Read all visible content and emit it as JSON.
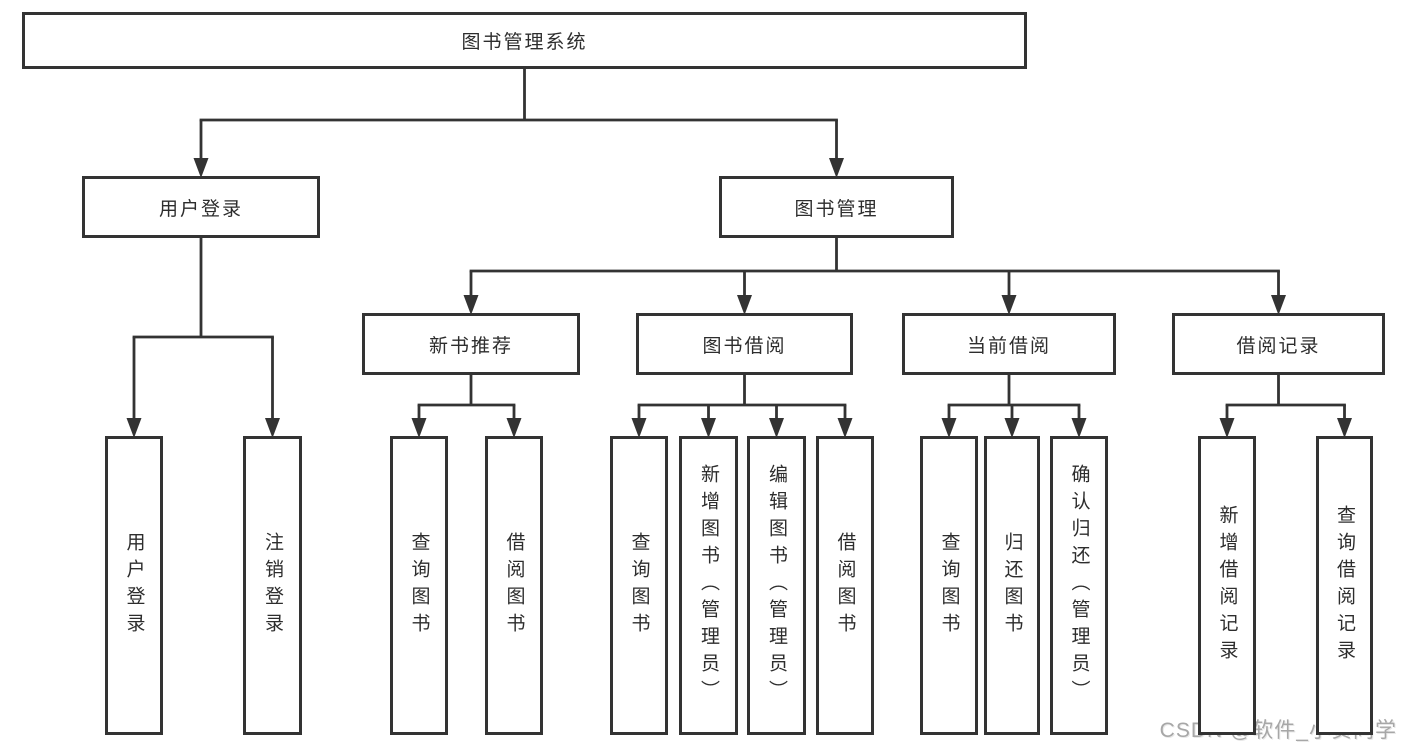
{
  "diagram": {
    "type": "tree",
    "title": "图书管理系统",
    "line_color": "#333333",
    "box_border_color": "#333333",
    "box_fill_color": "#ffffff",
    "text_color": "#2d2d2d",
    "watermark": {
      "text": "CSDN @软件_小贺同学",
      "color": "#a7a7a7"
    },
    "nodes": {
      "root": "图书管理系统",
      "user_login": "用户登录",
      "book_mgmt": "图书管理",
      "new_book_rec": "新书推荐",
      "book_borrow": "图书借阅",
      "current_borrow": "当前借阅",
      "borrow_record": "借阅记录",
      "leaf_user_login": "用户登录",
      "leaf_logout": "注销登录",
      "leaf_query_book_rec": "查询图书",
      "leaf_borrow_book_rec": "借阅图书",
      "leaf_query_book_borrow": "查询图书",
      "leaf_add_book": "新增图书（管理员）",
      "leaf_edit_book": "编辑图书（管理员）",
      "leaf_borrow_book_borrow": "借阅图书",
      "leaf_query_book_current": "查询图书",
      "leaf_return_book": "归还图书",
      "leaf_confirm_return": "确认归还（管理员）",
      "leaf_add_borrow_record": "新增借阅记录",
      "leaf_query_borrow_record": "查询借阅记录"
    },
    "hierarchy": {
      "root": [
        "user_login",
        "book_mgmt"
      ],
      "user_login": [
        "leaf_user_login",
        "leaf_logout"
      ],
      "book_mgmt": [
        "new_book_rec",
        "book_borrow",
        "current_borrow",
        "borrow_record"
      ],
      "new_book_rec": [
        "leaf_query_book_rec",
        "leaf_borrow_book_rec"
      ],
      "book_borrow": [
        "leaf_query_book_borrow",
        "leaf_add_book",
        "leaf_edit_book",
        "leaf_borrow_book_borrow"
      ],
      "current_borrow": [
        "leaf_query_book_current",
        "leaf_return_book",
        "leaf_confirm_return"
      ],
      "borrow_record": [
        "leaf_add_borrow_record",
        "leaf_query_borrow_record"
      ]
    }
  }
}
